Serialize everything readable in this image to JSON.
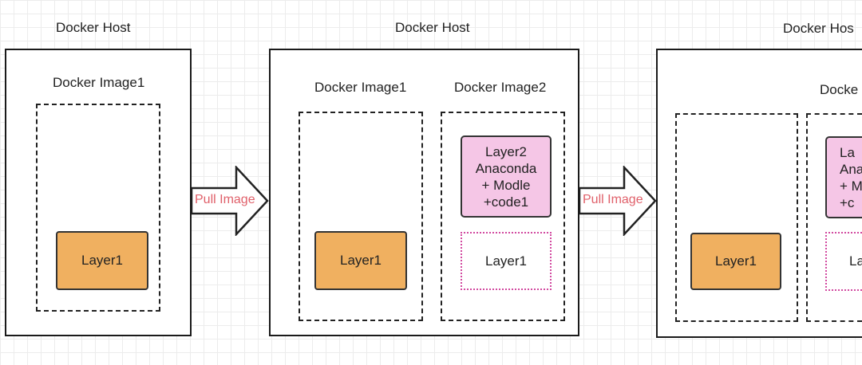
{
  "hosts": [
    {
      "title": "Docker Host",
      "images": [
        {
          "title": "Docker Image1",
          "layers": [
            "Layer1"
          ]
        }
      ]
    },
    {
      "title": "Docker Host",
      "images": [
        {
          "title": "Docker Image1",
          "layers": [
            "Layer1"
          ]
        },
        {
          "title": "Docker Image2",
          "layers": [
            "Layer2 Anaconda + Modle +code1",
            "Layer1"
          ]
        }
      ]
    },
    {
      "title": "Docker Hos",
      "images": [
        {
          "title": "",
          "layers": [
            "Layer1"
          ]
        },
        {
          "title": "Docke",
          "layers": [
            "La Ana + M +c",
            "La"
          ]
        }
      ]
    }
  ],
  "arrows": [
    {
      "label": "Pull Image"
    },
    {
      "label": "Pull Image"
    }
  ],
  "pink_lines_host2": [
    "Layer2",
    "Anaconda",
    "+ Modle",
    "+code1"
  ],
  "pink_lines_host3": [
    "La",
    "Ana",
    "+ M",
    "+c"
  ],
  "colors": {
    "layer_orange": "#f0b060",
    "layer_pink": "#f5c6e6",
    "dotted_border": "#d24aa0",
    "arrow_label": "#e0606a"
  }
}
